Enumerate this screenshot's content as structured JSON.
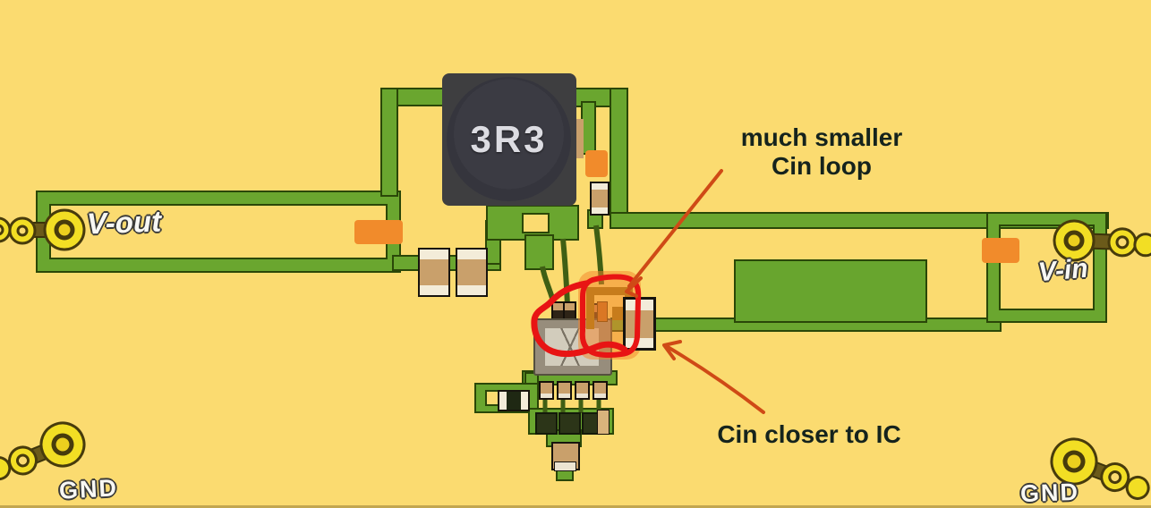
{
  "board": {
    "type": "pcb-layout-diagram",
    "inductor": {
      "value": "3R3"
    },
    "labels": {
      "v_out": "V-out",
      "v_in": "V-in",
      "gnd_left": "GND",
      "gnd_right": "GND"
    },
    "annotations": {
      "cin_loop": {
        "line1": "much smaller",
        "line2": "Cin loop"
      },
      "cin_closer": {
        "text": "Cin closer to IC"
      }
    },
    "icons": [
      "connector-pin-icon-vout",
      "connector-pin-icon-vin",
      "connector-pin-icon-gnd-left",
      "connector-pin-icon-gnd-right"
    ],
    "colors": {
      "background": "#fbdb70",
      "trace_green": "#6aa62f",
      "trace_outline": "#2a4708",
      "copper_pour": "#68a52e",
      "component_orange": "#f18b2b",
      "capacitor_tan": "#c9a06b",
      "capacitor_end": "#f3ecd9",
      "inductor_body": "#3e3e40",
      "inductor_ring": "#232d6b",
      "ic_body": "#978d7c",
      "pin_yellow": "#f2de24",
      "annotation_red": "#e81414",
      "arrow_orange_red": "#cf4a16",
      "note_text": "#15231d",
      "silkscreen_white": "#f8f8f4"
    }
  }
}
